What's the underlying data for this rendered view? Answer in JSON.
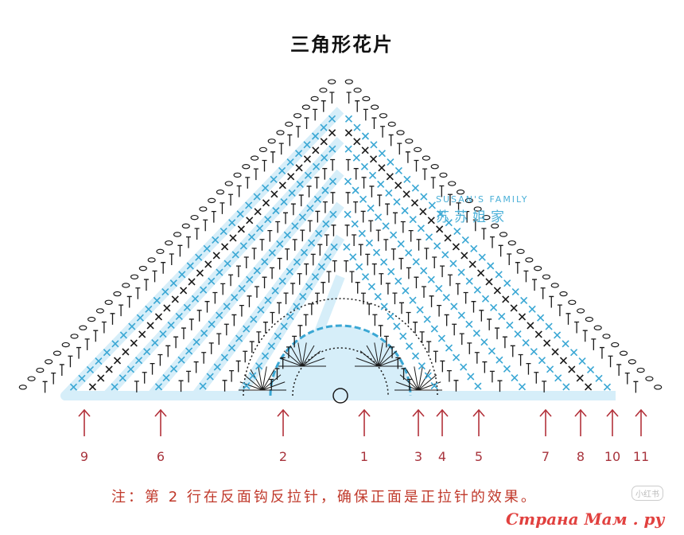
{
  "title": "三角形花片",
  "row_labels": [
    {
      "text": "9",
      "x_frac": 0.0
    },
    {
      "text": "6",
      "x_frac": 0.0
    },
    {
      "text": "2",
      "x_frac": 0.0
    },
    {
      "text": "1",
      "x_frac": 0.0
    },
    {
      "text": "3",
      "x_frac": 0.0
    },
    {
      "text": "4",
      "x_frac": 0.0
    },
    {
      "text": "5",
      "x_frac": 0.0
    },
    {
      "text": "7",
      "x_frac": 0.0
    },
    {
      "text": "8",
      "x_frac": 0.0
    },
    {
      "text": "10",
      "x_frac": 0.0
    },
    {
      "text": "11",
      "x_frac": 0.0
    }
  ],
  "note": "注：第 2 行在反面钩反拉针，确保正面是正拉针的效果。",
  "watermark": {
    "brand_en": "SUSAN'S FAMILY",
    "brand_cn": "苏苏姐家"
  },
  "corner_badge": "小红书",
  "site_mark": "Страна Мам . ру",
  "colors": {
    "accent_blue": "#3aa7d4",
    "band_blue": "#d6eef9",
    "arrow_red": "#b3323b",
    "symbol_black": "#1a1a1a"
  }
}
